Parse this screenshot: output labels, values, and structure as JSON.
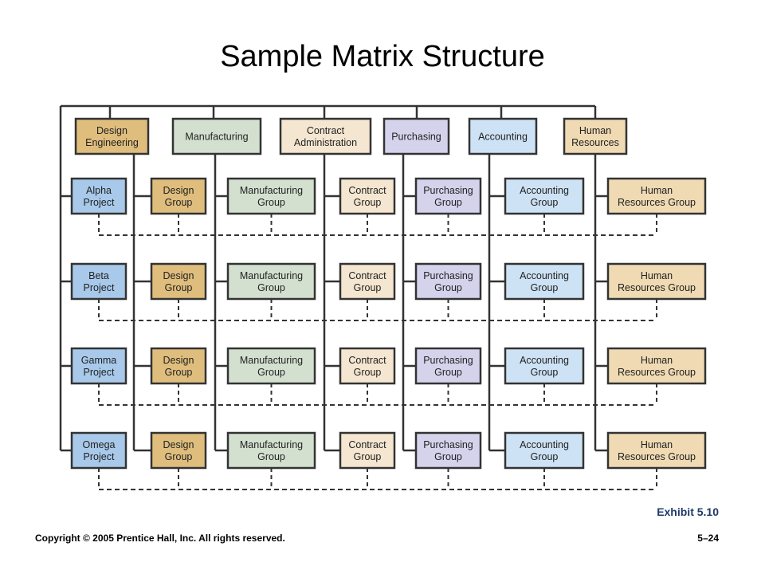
{
  "title": "Sample Matrix Structure",
  "departments": [
    {
      "label": [
        "Design",
        "Engineering"
      ],
      "group": [
        "Design",
        "Group"
      ],
      "color": "#dfbd7d"
    },
    {
      "label": [
        "Manufacturing"
      ],
      "group": [
        "Manufacturing",
        "Group"
      ],
      "color": "#d3e0cf"
    },
    {
      "label": [
        "Contract",
        "Administration"
      ],
      "group": [
        "Contract",
        "Group"
      ],
      "color": "#f4e6d0"
    },
    {
      "label": [
        "Purchasing"
      ],
      "group": [
        "Purchasing",
        "Group"
      ],
      "color": "#d5d3ec"
    },
    {
      "label": [
        "Accounting"
      ],
      "group": [
        "Accounting",
        "Group"
      ],
      "color": "#cde2f4"
    },
    {
      "label": [
        "Human",
        "Resources"
      ],
      "group": [
        "Human",
        "Resources Group"
      ],
      "color": "#efdab3"
    }
  ],
  "projects": [
    {
      "label": [
        "Alpha",
        "Project"
      ]
    },
    {
      "label": [
        "Beta",
        "Project"
      ]
    },
    {
      "label": [
        "Gamma",
        "Project"
      ]
    },
    {
      "label": [
        "Omega",
        "Project"
      ]
    }
  ],
  "project_color": "#a8c9ea",
  "line_color": "#333333",
  "exhibit": "Exhibit 5.10",
  "copyright": "Copyright © 2005 Prentice Hall, Inc. All rights reserved.",
  "page_number": "5–24"
}
